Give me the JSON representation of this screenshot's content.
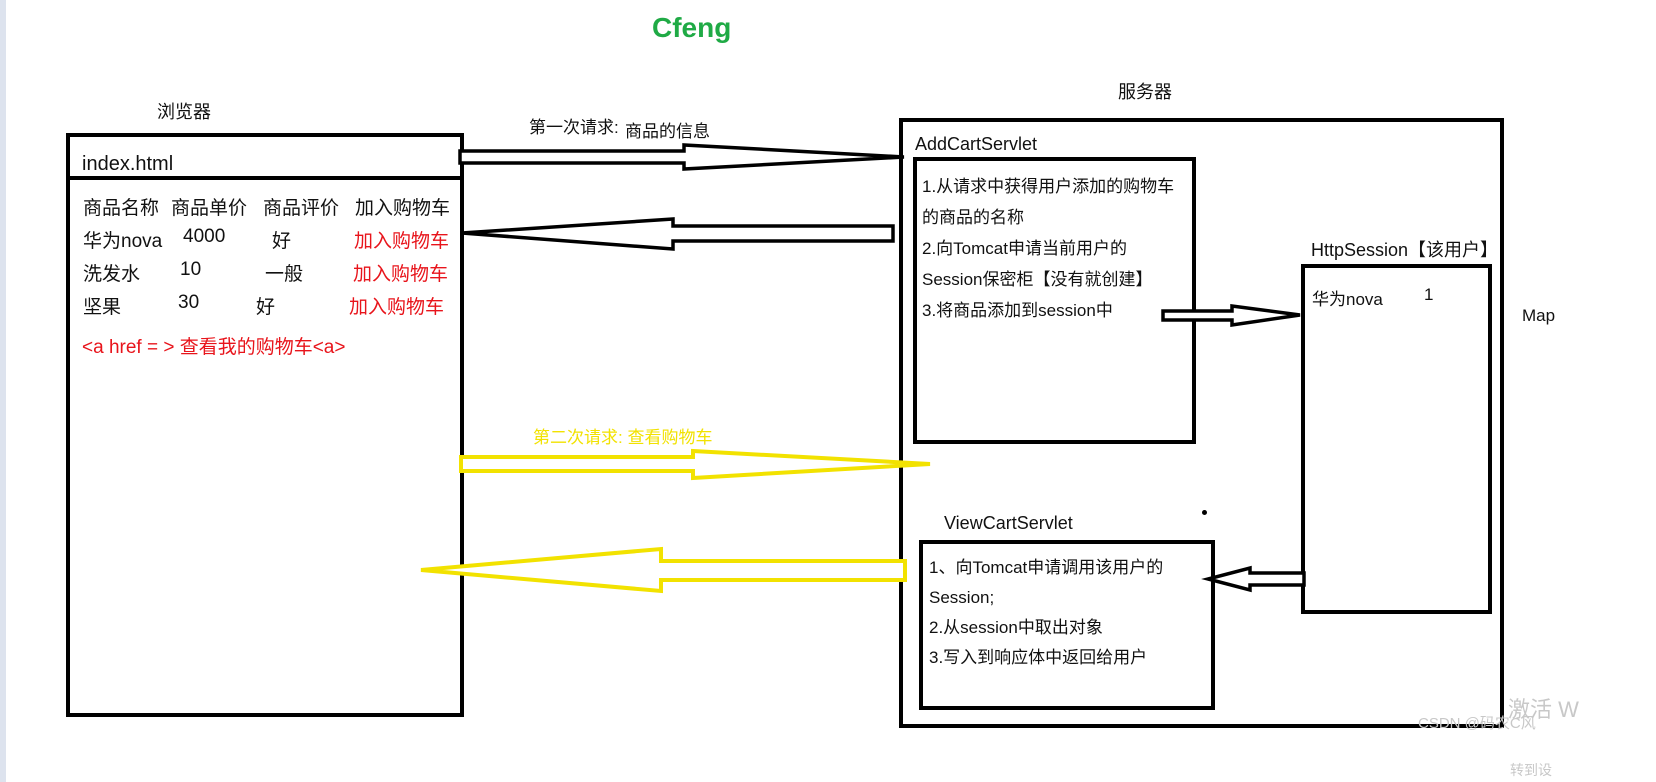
{
  "title": "Cfeng",
  "browser": {
    "label": "浏览器",
    "page_file": "index.html",
    "headers": [
      "商品名称",
      "商品单价",
      "商品评价",
      "加入购物车"
    ],
    "rows": [
      {
        "name": "华为nova",
        "price": "4000",
        "rating": "好",
        "action": "加入购物车"
      },
      {
        "name": "洗发水",
        "price": "10",
        "rating": "一般",
        "action": "加入购物车"
      },
      {
        "name": "坚果",
        "price": "30",
        "rating": "好",
        "action": "加入购物车"
      }
    ],
    "link": "<a href = > 查看我的购物车<a>"
  },
  "server": {
    "label": "服务器",
    "add_servlet": {
      "name": "AddCartServlet",
      "steps": [
        "1.从请求中获得用户添加的购物车",
        "的商品的名称",
        "2.向Tomcat申请当前用户的",
        "Session保密柜【没有就创建】",
        "3.将商品添加到session中"
      ]
    },
    "session": {
      "name": "HttpSession【该用户】",
      "item": "华为nova",
      "qty": "1",
      "map_label": "Map"
    },
    "view_servlet": {
      "name": "ViewCartServlet",
      "steps": [
        "1、向Tomcat申请调用该用户的",
        "Session;",
        "2.从session中取出对象",
        "3.写入到响应体中返回给用户"
      ]
    }
  },
  "requests": {
    "first_a": "第一次请求:",
    "first_b": "商品的信息",
    "second": "第二次请求:  查看购物车"
  },
  "watermark": {
    "csdn": "CSDN @码农C风",
    "activate": "激活 W",
    "settings": "转到设"
  },
  "colors": {
    "title": "#1faa45",
    "link": "#e8141b",
    "second_request": "#f2e200"
  }
}
